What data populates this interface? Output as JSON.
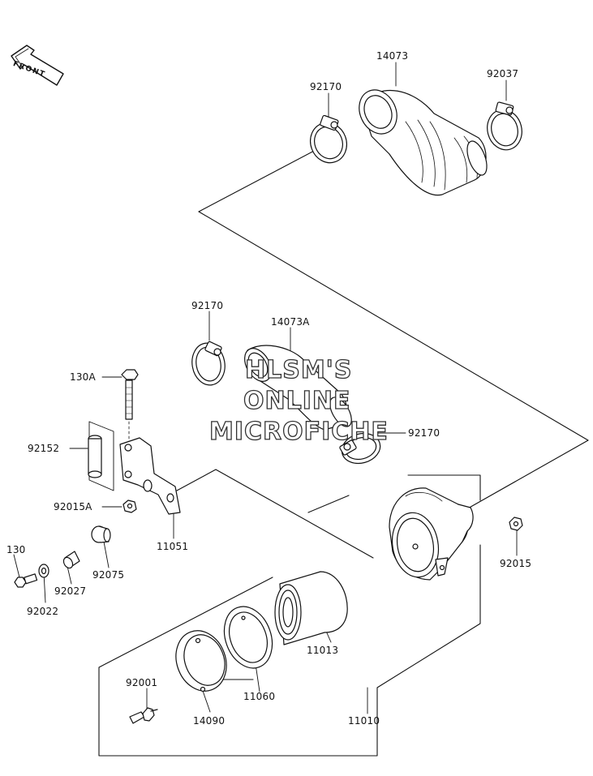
{
  "front_marker": "FRONT",
  "watermark": {
    "line1": "HLSM'S",
    "line2": "ONLINE",
    "line3": "MICROFICHE"
  },
  "parts": {
    "p14073": "14073",
    "p92170_top": "92170",
    "p92037": "92037",
    "p92170_mid": "92170",
    "p14073a": "14073A",
    "p92170_right": "92170",
    "p130a": "130A",
    "p92152": "92152",
    "p92015a": "92015A",
    "p11051": "11051",
    "p130": "130",
    "p92075": "92075",
    "p92027": "92027",
    "p92022": "92022",
    "p92015": "92015",
    "p11013": "11013",
    "p92001": "92001",
    "p11060": "11060",
    "p14090": "14090",
    "p11010": "11010"
  }
}
